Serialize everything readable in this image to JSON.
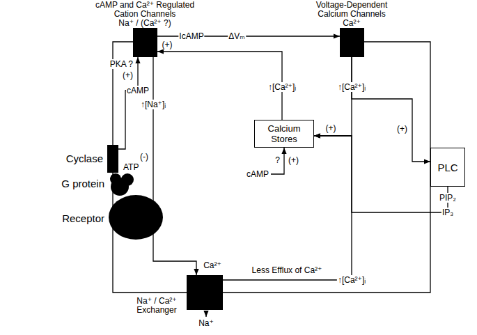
{
  "diagram": {
    "nodes": [
      {
        "text": [
          "cAMP and Ca²⁺ Regulated Cation Channels",
          "Na⁺ / (Ca²⁺ ?)"
        ]
      },
      {
        "text": [
          "Voltage-Dependent Calcium Channels",
          "Ca²⁺"
        ]
      },
      {
        "text": [
          "Cyclase"
        ]
      },
      {
        "text": [
          "G protein"
        ]
      },
      {
        "text": [
          "Receptor"
        ]
      },
      {
        "text": [
          "Calcium Stores"
        ]
      },
      {
        "text": [
          "PLC"
        ]
      },
      {
        "text": [
          "Na⁺ / Ca²⁺ Exchanger"
        ]
      }
    ],
    "edges": [
      {
        "from": 2,
        "to": 0,
        "label": "cAMP",
        "arrow": "to"
      },
      {
        "from": 0,
        "to": 1,
        "arrow": "to"
      },
      {
        "from": 0,
        "to": 7,
        "arrow": "to"
      },
      {
        "from": 5,
        "to": 0,
        "arrow": "to"
      },
      {
        "from": 1,
        "to": 5,
        "arrow": "to"
      },
      {
        "from": 1,
        "to": 6,
        "arrow": "to"
      },
      {
        "from": 7,
        "to": 5,
        "label": "Less Efflux of Ca²⁺",
        "arrow": "to"
      },
      {
        "from": 6,
        "to": 5,
        "arrow": "to"
      }
    ],
    "labels": [
      "PKA ?",
      "(+)",
      "ATP",
      "IcAMP",
      "ΔVₘ",
      "(+)",
      "↑[Na⁺]ᵢ",
      "(-)",
      "Ca²⁺",
      "Na⁺",
      "↑[Ca²⁺]ᵢ",
      "(+)",
      "cAMP",
      "?",
      "(+)",
      "↑[Ca²⁺]ᵢ",
      "(+)",
      "PIP₂",
      "IP₃",
      "↑[Ca²⁺]ᵢ"
    ]
  }
}
